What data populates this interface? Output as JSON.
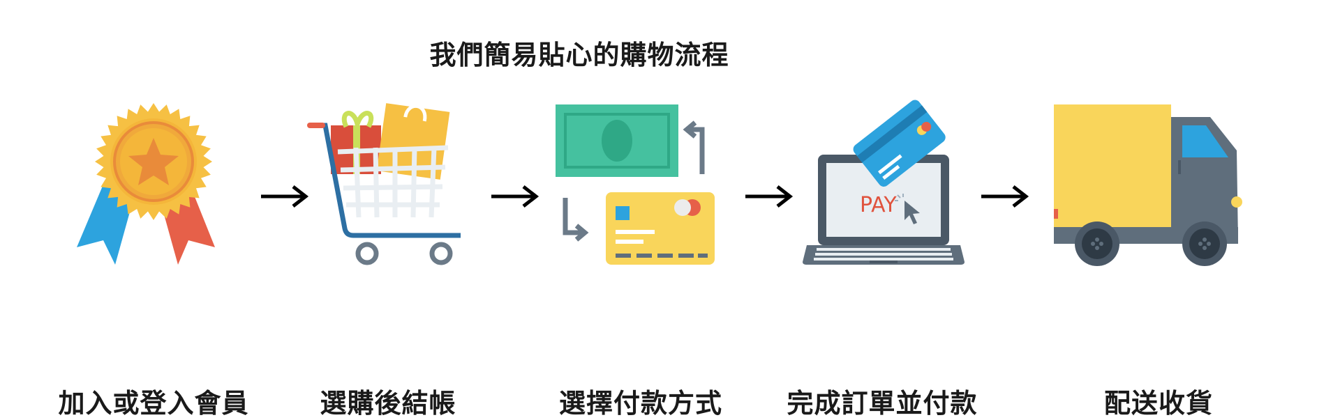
{
  "page": {
    "title": "我們簡易貼心的購物流程"
  },
  "steps": [
    {
      "label": "加入或登入會員",
      "icon": "award-ribbon-icon"
    },
    {
      "label": "選購後結帳",
      "icon": "shopping-cart-icon"
    },
    {
      "label": "選擇付款方式",
      "icon": "payment-methods-icon"
    },
    {
      "label": "完成訂單並付款",
      "icon": "laptop-pay-icon"
    },
    {
      "label": "配送收貨",
      "icon": "delivery-truck-icon"
    }
  ],
  "laptop_screen_text": "PAY",
  "colors": {
    "badge_gold": "#F6C043",
    "badge_orange": "#E98B3A",
    "ribbon_blue": "#2DA3DE",
    "ribbon_red": "#E66049",
    "cash_green": "#45C19F",
    "card_yellow": "#F9D55B",
    "slate": "#5F6E7C",
    "truck_yellow": "#F9D55B",
    "truck_window": "#2DA3DE",
    "pay_red": "#E0533E"
  }
}
